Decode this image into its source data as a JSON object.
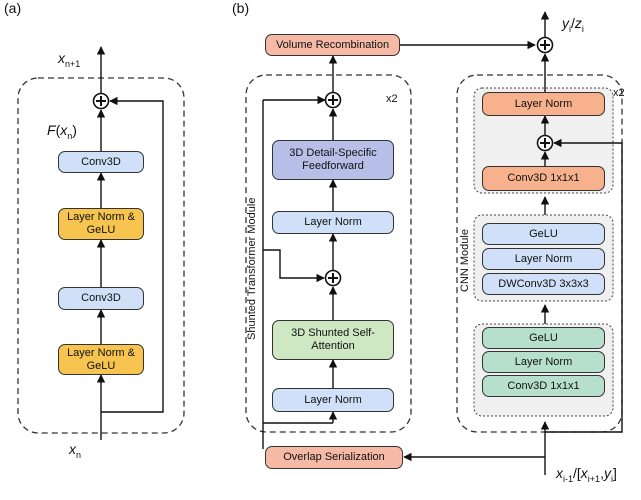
{
  "panels": {
    "a": "(a)",
    "b": "(b)"
  },
  "left": {
    "x_out": {
      "main": "x",
      "sub": "n+1"
    },
    "x_in": {
      "main": "x",
      "sub": "n"
    },
    "f_label": {
      "f": "F",
      "open": "(",
      "var": "x",
      "sub": "n",
      "close": ")"
    },
    "boxes": {
      "conv_top": "Conv3D",
      "ln_gelu_top": "Layer Norm & GeLU",
      "conv_bottom": "Conv3D",
      "ln_gelu_bottom": "Layer Norm & GeLU"
    }
  },
  "middle": {
    "volume": "Volume Recombination",
    "overlap": "Overlap Serialization",
    "repeat": "x2",
    "module_label": "Shunted Transformer Module",
    "boxes": {
      "feedforward": "3D Detail-Specific Feedforward",
      "layer_norm_top": "Layer Norm",
      "attention": "3D Shunted Self-Attention",
      "layer_norm_bottom": "Layer Norm"
    }
  },
  "right": {
    "repeat": "x2",
    "module_label": "CNN Module",
    "output": {
      "y": "y",
      "y_sub": "i",
      "slash": "/",
      "z": "z",
      "z_sub": "i"
    },
    "input": {
      "x": "x",
      "x_sub": "i-1",
      "mid": "/[",
      "x2": "x",
      "x2_sub": "i+1",
      "comma": ",",
      "y": "y",
      "y_sub": "i",
      "close": "]"
    },
    "boxes": {
      "layer_norm_orange": "Layer Norm",
      "conv_1x1_orange": "Conv3D 1x1x1",
      "gelu_blue": "GeLU",
      "layer_norm_blue": "Layer Norm",
      "dwconv_blue": "DWConv3D 3x3x3",
      "gelu_teal": "GeLU",
      "layer_norm_teal": "Layer Norm",
      "conv_1x1_teal": "Conv3D 1x1x1"
    }
  }
}
